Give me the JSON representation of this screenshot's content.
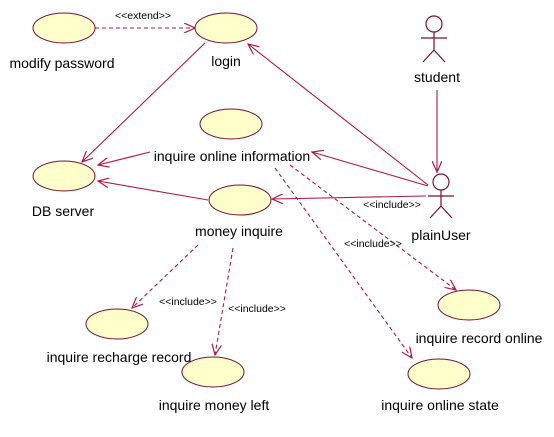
{
  "colors": {
    "line": "#b0184a",
    "fill": "#ffffcc",
    "stroke": "#7a1030",
    "text": "#000000"
  },
  "actors": {
    "student": "student",
    "plainUser": "plainUser"
  },
  "use_cases": {
    "modify_password": "modify password",
    "login": "login",
    "inquire_online_information": "inquire online information",
    "db_server": "DB server",
    "money_inquire": "money inquire",
    "inquire_recharge_record": "inquire recharge record",
    "inquire_money_left": "inquire money left",
    "inquire_record_online": "inquire record online",
    "inquire_online_state": "inquire online state"
  },
  "stereotypes": {
    "extend_modify_login": "<<extend>>",
    "include_plain_money": "<<include>>",
    "include_info_state": "<<include>>",
    "include_money_recharge": "<<include>>",
    "include_money_left": "<<include>>"
  }
}
